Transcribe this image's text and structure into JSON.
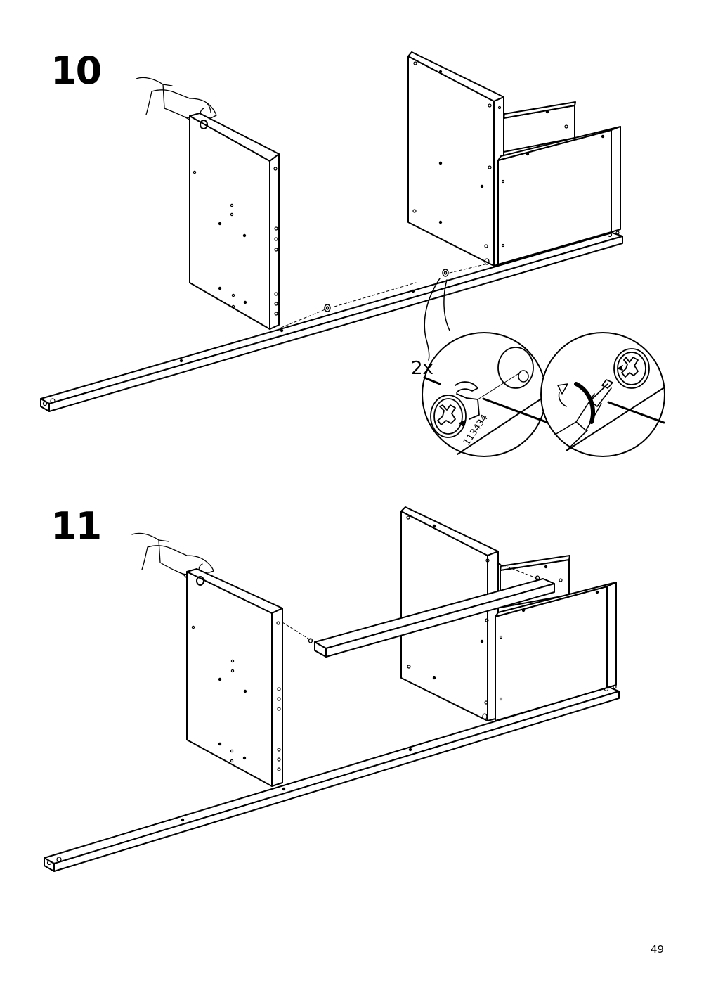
{
  "steps": [
    {
      "number": "10",
      "detail": {
        "quantity": "2x",
        "part_number": "113434"
      }
    },
    {
      "number": "11"
    }
  ],
  "icons": [
    "hand-icon",
    "cam-lock-icon",
    "screwdriver-icon",
    "rotation-arrow-icon"
  ],
  "page": {
    "number": "49"
  }
}
